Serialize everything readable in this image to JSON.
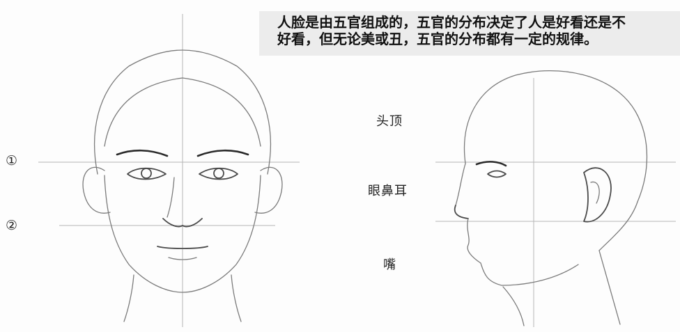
{
  "caption": {
    "line1": "人脸是由五官组成的，五官的分布决定了人是好看还是不",
    "line2": "好看，但无论美或丑，五官的分布都有一定的规律。"
  },
  "markers": [
    "①",
    "②"
  ],
  "zones": {
    "top": "头顶",
    "middle": "眼鼻耳",
    "bottom": "嘴"
  },
  "colors": {
    "background": "#fdfdfd",
    "caption_bg": "#ececec",
    "sketch": "#4a4a4a",
    "guide": "#b5b5b5"
  }
}
